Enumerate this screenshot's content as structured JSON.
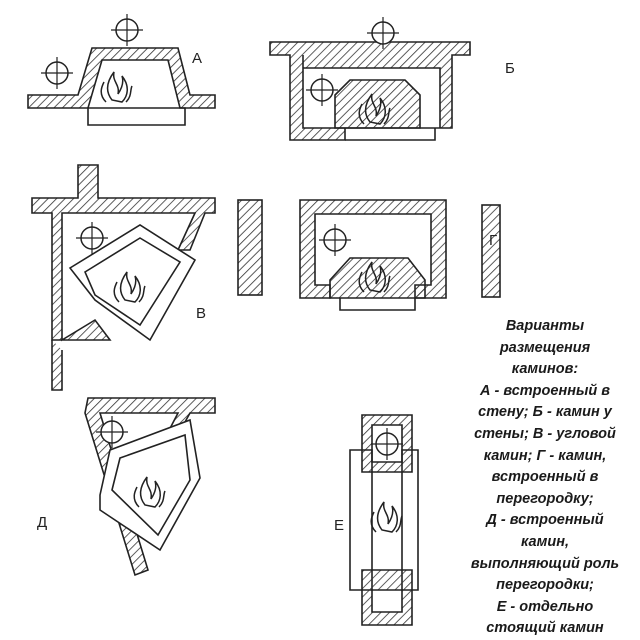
{
  "labels": {
    "a": "А",
    "b": "Б",
    "v": "В",
    "g": "Г",
    "d": "Д",
    "e": "Е"
  },
  "caption": [
    "Варианты",
    "размещения",
    "каминов:",
    "А - встроенный в",
    "стену; Б - камин у",
    "стены; В - угловой",
    "камин; Г - камин,",
    "встроенный в",
    "перегородку;",
    "Д - встроенный",
    "камин,",
    "выполняющий роль",
    "перегородки;",
    "Е - отдельно",
    "стоящий камин"
  ]
}
